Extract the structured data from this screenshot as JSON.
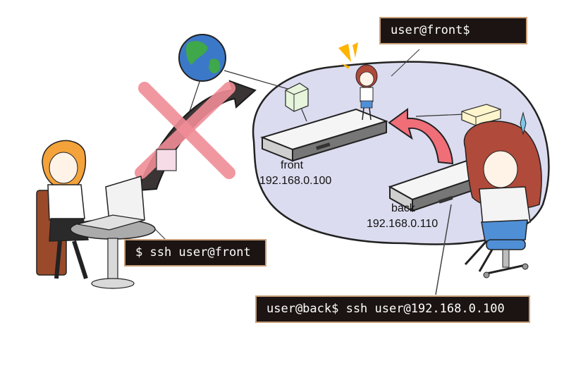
{
  "terminals": {
    "front_prompt": "user@front$",
    "client_command": "$ ssh user@front",
    "back_command": "user@back$ ssh user@192.168.0.100"
  },
  "servers": {
    "front": {
      "name": "front",
      "ip": "192.168.0.100"
    },
    "back": {
      "name": "back",
      "ip": "192.168.0.110"
    }
  },
  "colors": {
    "network_blob": "#dcdcf0",
    "blocked_cross": "#f08c96",
    "arrow_dark": "#3a3534",
    "arrow_pink": "#f06e78",
    "terminal_bg": "#1c1412"
  },
  "icons": [
    "globe-icon",
    "blocked-cross-icon",
    "server-icon",
    "package-icon",
    "alert-icon"
  ]
}
